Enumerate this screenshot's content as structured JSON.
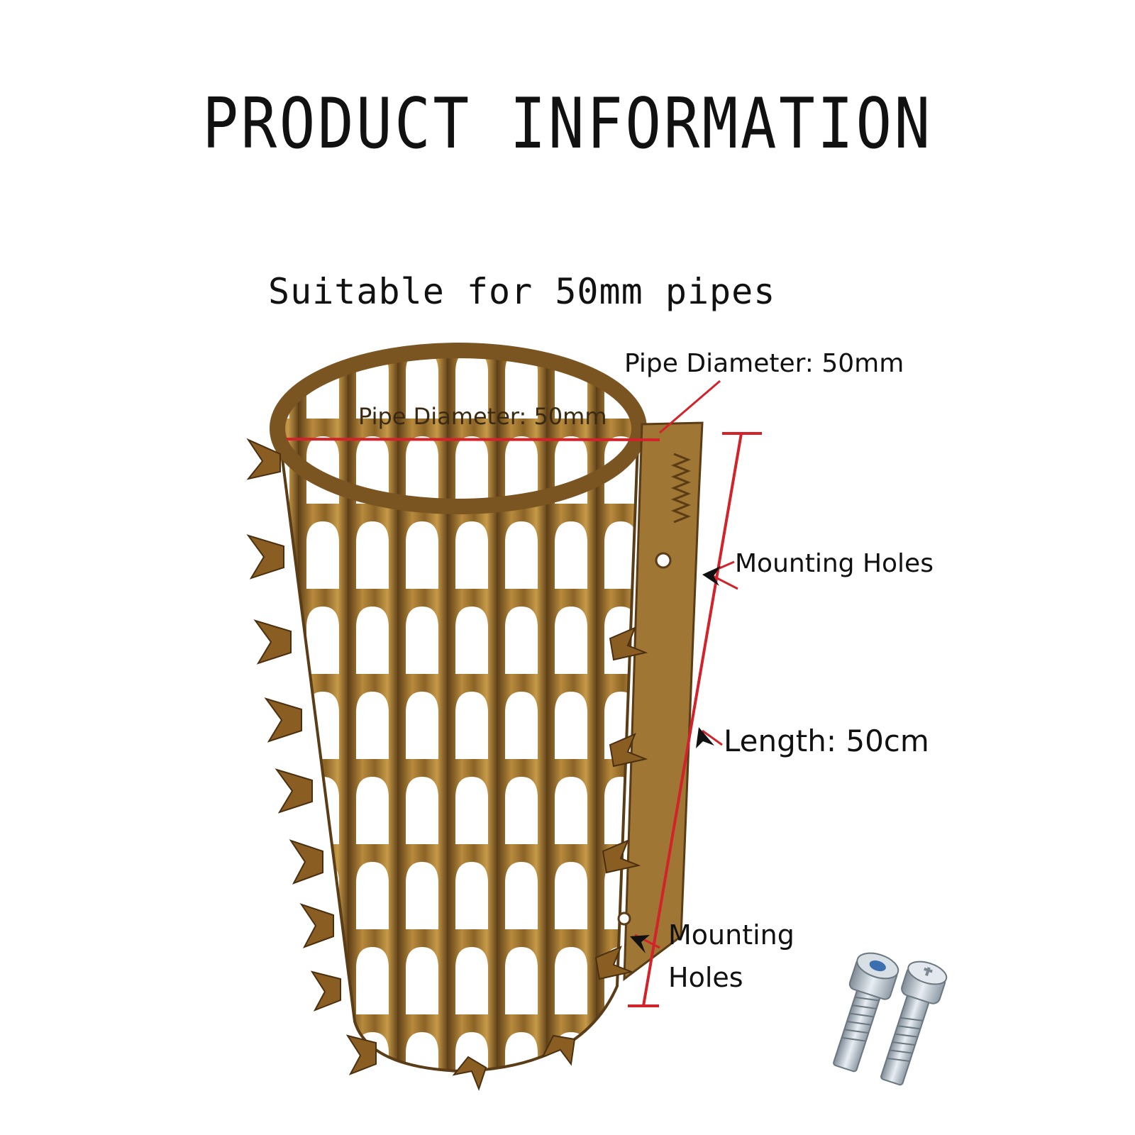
{
  "header": {
    "title": "PRODUCT INFORMATION"
  },
  "subtitle": "Suitable for 50mm pipes",
  "labels": {
    "pipe_diameter_top": "Pipe Diameter: 50mm",
    "pipe_diameter_inner": "Pipe Diameter: 50mm",
    "mounting_holes_upper": "Mounting Holes",
    "length": "Length: 50cm",
    "mounting_holes_lower": "Mounting Holes"
  },
  "colors": {
    "dimension_line": "#d2232a",
    "metal_dark": "#6b4a1c",
    "metal_light": "#c9a04a",
    "bolt": "#b9c4cf"
  },
  "icons": [
    "spiked-guard-image",
    "bolt-icon"
  ]
}
